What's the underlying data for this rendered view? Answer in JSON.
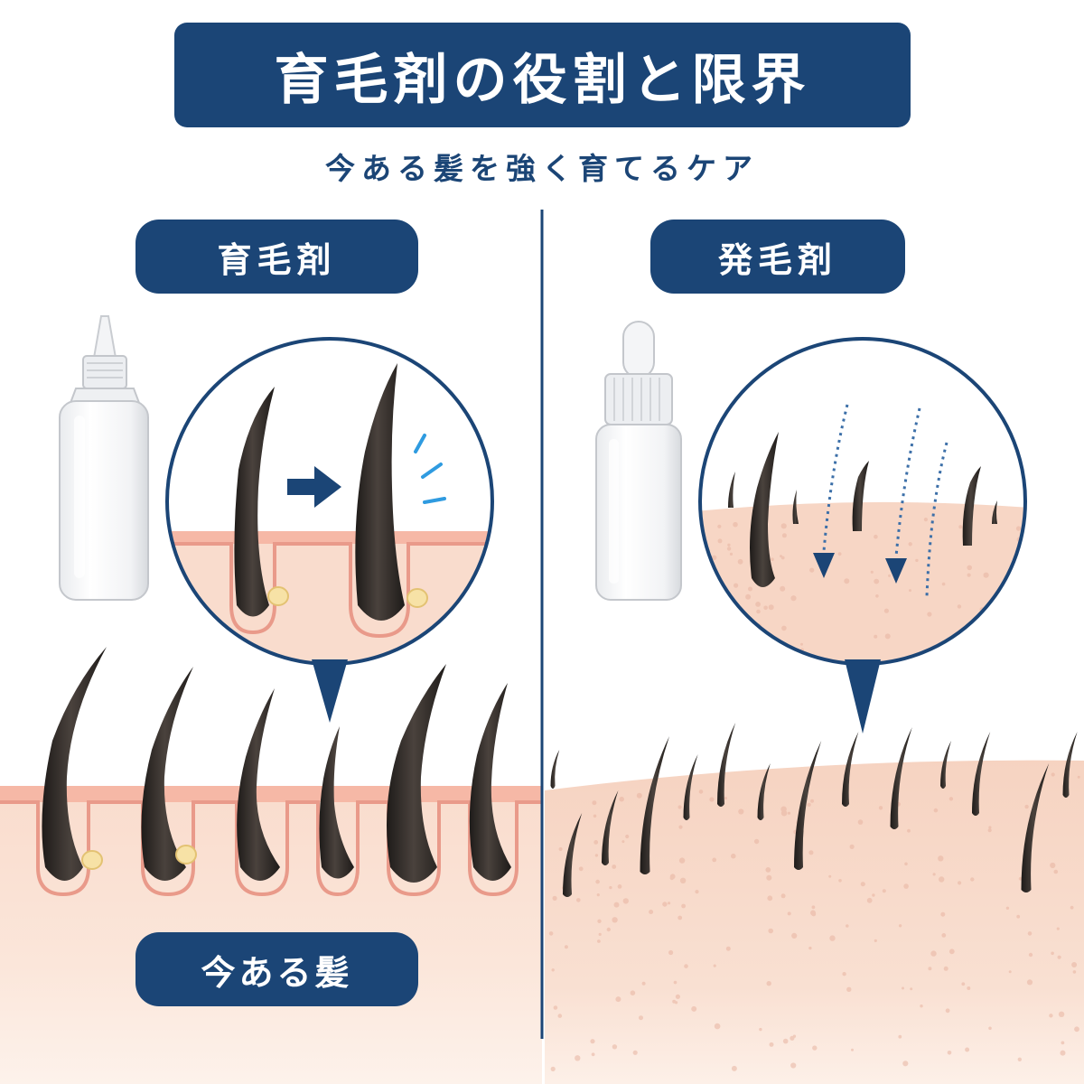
{
  "header": {
    "title": "育毛剤の役割と限界",
    "subtitle": "今ある髪を強く育てるケア"
  },
  "left_panel": {
    "label": "育毛剤",
    "bottom_label": "今ある髪"
  },
  "right_panel": {
    "label": "発毛剤"
  },
  "colors": {
    "navy": "#1b4576",
    "skin": "#f8d8c8",
    "skin_edge": "#e99a8a",
    "hair": "#2f2a27",
    "accent_blue": "#2f9be0",
    "sebaceous": "#f7e2a6"
  },
  "icons": [
    "bottle-icon",
    "dropper-bottle-icon",
    "arrow-right-icon",
    "arrow-down-icon"
  ]
}
